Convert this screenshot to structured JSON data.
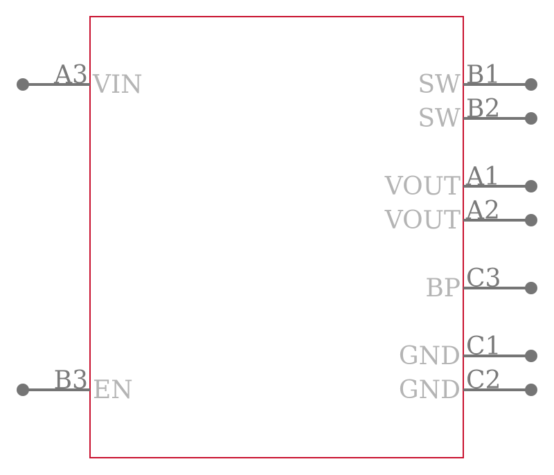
{
  "component": {
    "colors": {
      "body_outline": "#c8102e",
      "pin": "#757575",
      "pin_number": "#7a7a7a",
      "pin_name": "#b4b4b4"
    },
    "left_pins": [
      {
        "number": "A3",
        "name": "VIN"
      },
      {
        "number": "B3",
        "name": "EN"
      }
    ],
    "right_pins": [
      {
        "number": "B1",
        "name": "SW"
      },
      {
        "number": "B2",
        "name": "SW"
      },
      {
        "number": "A1",
        "name": "VOUT"
      },
      {
        "number": "A2",
        "name": "VOUT"
      },
      {
        "number": "C3",
        "name": "BP"
      },
      {
        "number": "C1",
        "name": "GND"
      },
      {
        "number": "C2",
        "name": "GND"
      }
    ]
  }
}
